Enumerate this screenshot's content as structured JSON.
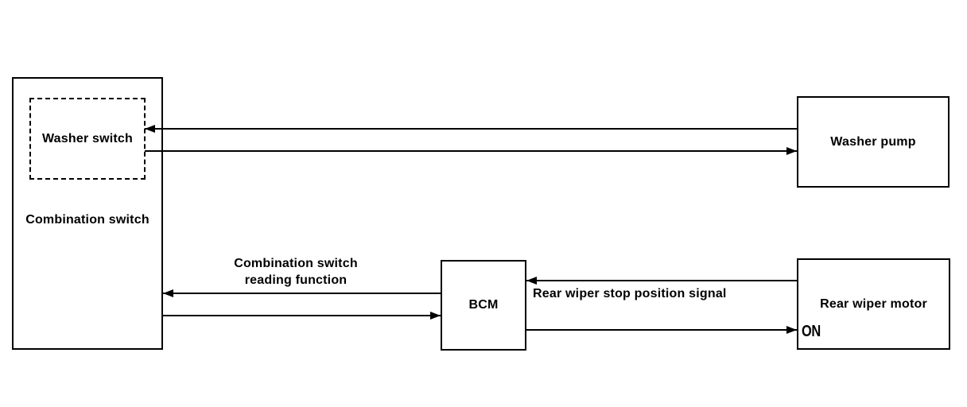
{
  "colors": {
    "background": "#ffffff",
    "line": "#000000",
    "text": "#000000"
  },
  "boxes": {
    "combination_switch": {
      "label": "Combination switch"
    },
    "washer_switch": {
      "label": "Washer switch"
    },
    "washer_pump": {
      "label": "Washer pump"
    },
    "bcm": {
      "label": "BCM"
    },
    "rear_wiper_motor": {
      "label": "Rear wiper motor",
      "state_label": "ON"
    }
  },
  "wire_labels": {
    "reading_function_line1": "Combination switch",
    "reading_function_line2": "reading function",
    "rear_wiper_stop_signal": "Rear wiper stop position signal"
  },
  "connections": [
    {
      "from": "Washer pump",
      "to": "Washer switch",
      "arrow": "into Washer switch"
    },
    {
      "from": "Washer switch",
      "to": "Washer pump",
      "arrow": "into Washer pump"
    },
    {
      "from": "BCM",
      "to": "Combination switch",
      "arrow": "into Combination switch",
      "label": "Combination switch reading function"
    },
    {
      "from": "Combination switch",
      "to": "BCM",
      "arrow": "into BCM",
      "label": "Combination switch reading function"
    },
    {
      "from": "Rear wiper motor",
      "to": "BCM",
      "arrow": "into BCM",
      "label": "Rear wiper stop position signal"
    },
    {
      "from": "BCM",
      "to": "Rear wiper motor",
      "arrow": "into Rear wiper motor (ON)"
    }
  ]
}
